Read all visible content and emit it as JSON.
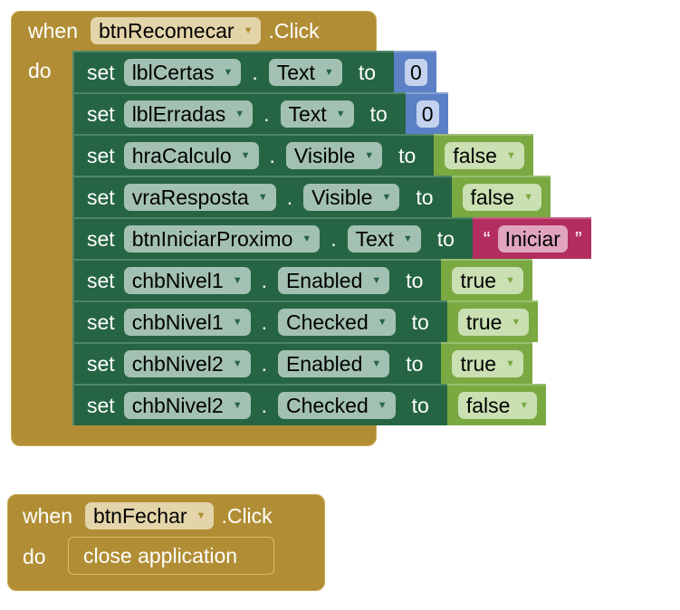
{
  "event1": {
    "when": "when",
    "component": "btnRecomecar",
    "event": ".Click",
    "do": "do",
    "rows": [
      {
        "set": "set",
        "component": "lblCertas",
        "property": "Text",
        "to": "to",
        "type": "num",
        "value": "0"
      },
      {
        "set": "set",
        "component": "lblErradas",
        "property": "Text",
        "to": "to",
        "type": "num",
        "value": "0"
      },
      {
        "set": "set",
        "component": "hraCalculo",
        "property": "Visible",
        "to": "to",
        "type": "bool",
        "value": "false"
      },
      {
        "set": "set",
        "component": "vraResposta",
        "property": "Visible",
        "to": "to",
        "type": "bool",
        "value": "false"
      },
      {
        "set": "set",
        "component": "btnIniciarProximo",
        "property": "Text",
        "to": "to",
        "type": "text",
        "value": "Iniciar",
        "open_quote": "“",
        "close_quote": "”"
      },
      {
        "set": "set",
        "component": "chbNivel1",
        "property": "Enabled",
        "to": "to",
        "type": "bool",
        "value": "true"
      },
      {
        "set": "set",
        "component": "chbNivel1",
        "property": "Checked",
        "to": "to",
        "type": "bool",
        "value": "true"
      },
      {
        "set": "set",
        "component": "chbNivel2",
        "property": "Enabled",
        "to": "to",
        "type": "bool",
        "value": "true"
      },
      {
        "set": "set",
        "component": "chbNivel2",
        "property": "Checked",
        "to": "to",
        "type": "bool",
        "value": "false"
      }
    ]
  },
  "event2": {
    "when": "when",
    "component": "btnFechar",
    "event": ".Click",
    "do": "do",
    "action": "close application"
  },
  "colors": {
    "control": "#b18e35",
    "setter": "#266544",
    "math": "#5b80c5",
    "logic": "#7aa942",
    "text": "#b32d5e"
  }
}
